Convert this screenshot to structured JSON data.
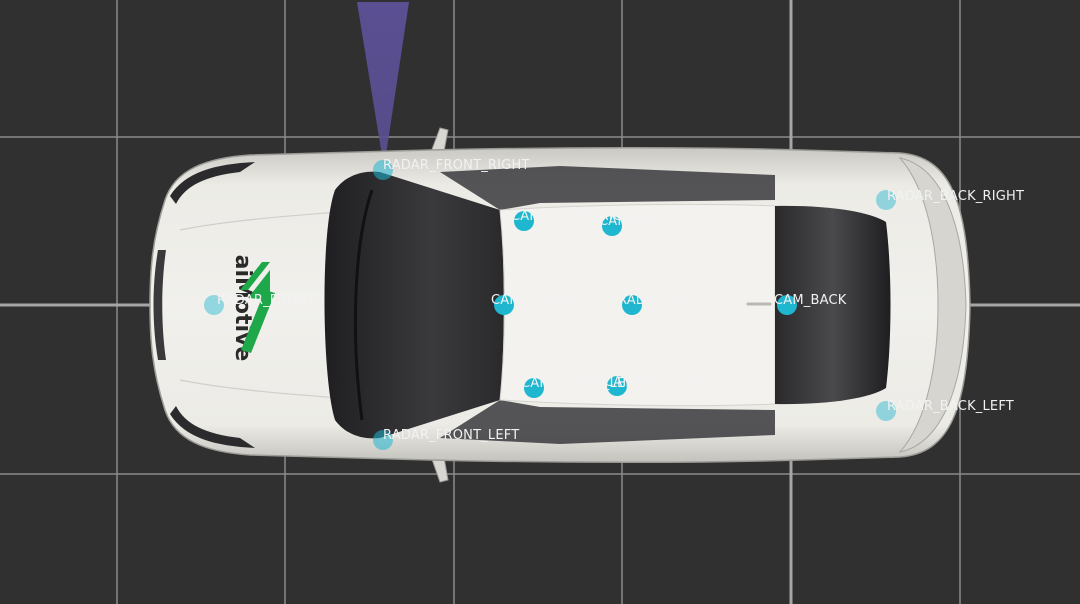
{
  "colors": {
    "background": "#303030",
    "grid_line": "#8a8a8a",
    "axis_line": "#a6a6a6",
    "sensor_dot": "#1fb6d0",
    "radar_fov": "#5a4f92",
    "car_body": "#e4e3de",
    "glass": "#2c2c2e",
    "logo_green": "#1fa84a",
    "logo_dark": "#2a2a2a"
  },
  "vehicle": {
    "brand_logo_text": "aiMotive"
  },
  "sensors": [
    {
      "id": "radar_front_right",
      "label": "RADAR_FRONT_RIGHT",
      "kind": "radar"
    },
    {
      "id": "cam_front_right",
      "label": "CAM_FRONT_RIGHT",
      "kind": "camera"
    },
    {
      "id": "cam_back_right",
      "label": "CAM_BACK_RIGHT",
      "kind": "camera"
    },
    {
      "id": "radar_back_right",
      "label": "RADAR_BACK_RIGHT",
      "kind": "radar"
    },
    {
      "id": "radar_front",
      "label": "RADAR_FRONT",
      "kind": "radar"
    },
    {
      "id": "cam_front",
      "label": "CAM_FRONT",
      "kind": "camera"
    },
    {
      "id": "radar_top",
      "label": "RADAR_TOP",
      "kind": "radar"
    },
    {
      "id": "cam_back",
      "label": "CAM_BACK",
      "kind": "camera"
    },
    {
      "id": "cam_front_left",
      "label": "CAM_FRONT_LEFT",
      "kind": "camera"
    },
    {
      "id": "cam_back_left",
      "label": "CAM_BACK_LEFT",
      "kind": "camera"
    },
    {
      "id": "radar_back_left",
      "label": "RADAR_BACK_LEFT",
      "kind": "radar"
    },
    {
      "id": "radar_front_left",
      "label": "RADAR_FRONT_LEFT",
      "kind": "radar"
    }
  ]
}
